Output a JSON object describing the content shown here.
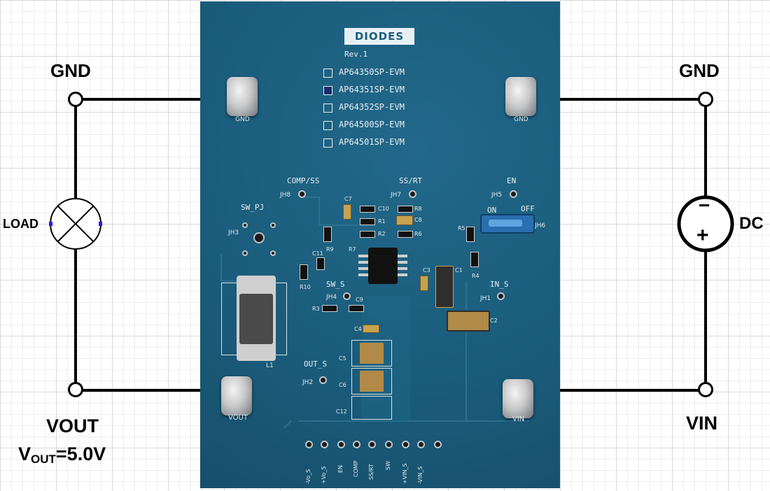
{
  "left_circuit": {
    "top_terminal_label": "GND",
    "bottom_terminal_label": "VOUT",
    "output_spec": {
      "prefix": "V",
      "subscript": "OUT",
      "suffix": "=5.0V"
    },
    "load_label": "LOAD",
    "load_icon": "lamp-cross-symbol"
  },
  "right_circuit": {
    "top_terminal_label": "GND",
    "bottom_terminal_label": "VIN",
    "source_label": "DC",
    "source_icon": "dc-voltage-source-symbol",
    "source_minus": "−",
    "source_plus": "+"
  },
  "board": {
    "logo_text": "DIODES",
    "revision": "Rev.1",
    "variants": [
      {
        "label": "AP64350SP-EVM",
        "checked": false
      },
      {
        "label": "AP64351SP-EVM",
        "checked": true
      },
      {
        "label": "AP64352SP-EVM",
        "checked": false
      },
      {
        "label": "AP64500SP-EVM",
        "checked": false
      },
      {
        "label": "AP64501SP-EVM",
        "checked": false
      }
    ],
    "silk": {
      "gnd_left": "GND",
      "gnd_right": "GND",
      "vout": "VOUT",
      "vin": "VIN",
      "comp_ss": "COMP/SS",
      "jh8": "JH8",
      "ss_rt": "SS/RT",
      "jh7": "JH7",
      "en": "EN",
      "jh5": "JH5",
      "on": "ON",
      "off": "OFF",
      "jh6": "JH6",
      "sw_pj": "SW_PJ",
      "jh3": "JH3",
      "sw_s": "SW_S",
      "jh4": "JH4",
      "in_s": "IN_S",
      "jh1": "JH1",
      "out_s": "OUT_S",
      "jh2": "JH2",
      "l1": "L1"
    },
    "designators": [
      "C7",
      "C10",
      "R8",
      "R1",
      "C8",
      "R2",
      "R6",
      "R5",
      "R9",
      "R7",
      "C11",
      "R10",
      "C3",
      "C1",
      "R4",
      "R3",
      "C9",
      "C4",
      "C2",
      "C5",
      "C6",
      "C12"
    ],
    "header_pins": [
      "-Vo_S",
      "+Vo_S",
      "EN",
      "COMP",
      "SS/RT",
      "SW",
      "+VIN_S",
      "-VIN_S"
    ]
  },
  "colors": {
    "pcb": "#1a5f7f",
    "silkscreen": "#e8f0f3",
    "wire": "#000000",
    "load_marker": "#1a1aff"
  }
}
